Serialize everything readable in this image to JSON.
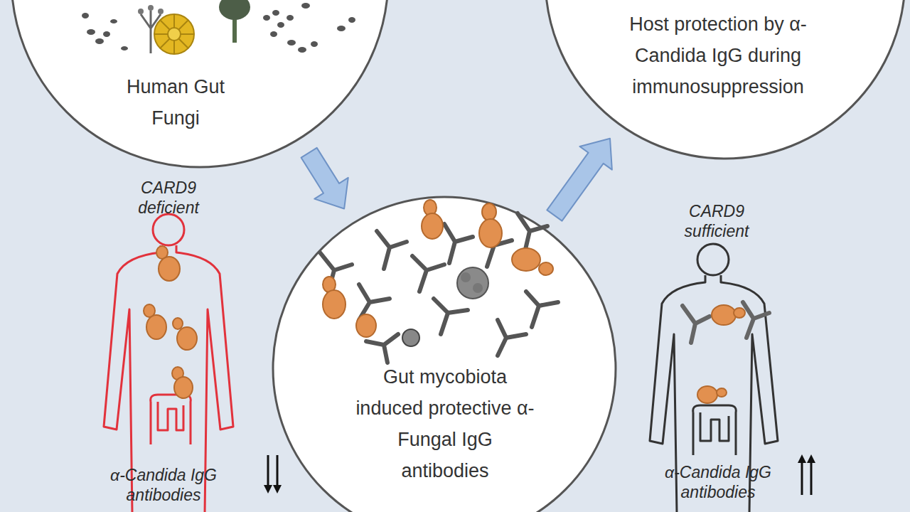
{
  "diagram": {
    "nodes": [
      {
        "text": [
          "Human Gut Fungi"
        ]
      },
      {
        "text": [
          "Gut mycobiota induced protective α-Fungal IgG antibodies"
        ]
      },
      {
        "text": [
          "Host protection by α-Candida IgG during immunosuppression"
        ]
      }
    ],
    "edges": [
      {
        "from": 0,
        "to": 1,
        "arrow": "to"
      },
      {
        "from": 1,
        "to": 2,
        "arrow": "to"
      }
    ],
    "labels": [
      "CARD9 deficient",
      "α-Candida IgG antibodies",
      "CARD9 sufficient",
      "α-Candida IgG antibodies"
    ]
  }
}
